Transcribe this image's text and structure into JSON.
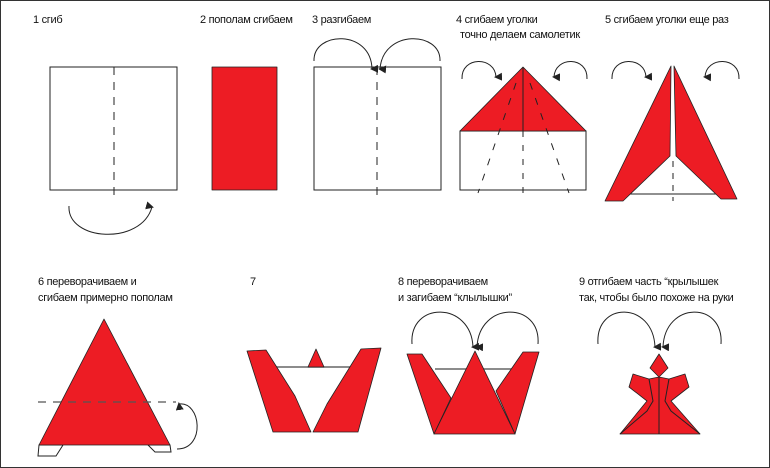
{
  "colors": {
    "paper_red": "#ed1c24",
    "line": "#222222"
  },
  "steps": [
    {
      "lines": [
        "1 сгиб"
      ]
    },
    {
      "lines": [
        "2 пополам сгибаем"
      ]
    },
    {
      "lines": [
        "3 разгибаем"
      ]
    },
    {
      "lines": [
        "4 сгибаем уголки",
        "точно делаем самолетик"
      ]
    },
    {
      "lines": [
        "5 сгибаем уголки еще раз"
      ]
    },
    {
      "lines": [
        "6 переворачиваем и",
        "сгибаем примерно пополам"
      ]
    },
    {
      "lines": [
        "7"
      ]
    },
    {
      "lines": [
        "8 переворачиваем",
        "и загибаем “клылышки”"
      ]
    },
    {
      "lines": [
        "9 отгибаем часть “крылышек",
        "так, чтобы было похоже на руки"
      ]
    }
  ]
}
